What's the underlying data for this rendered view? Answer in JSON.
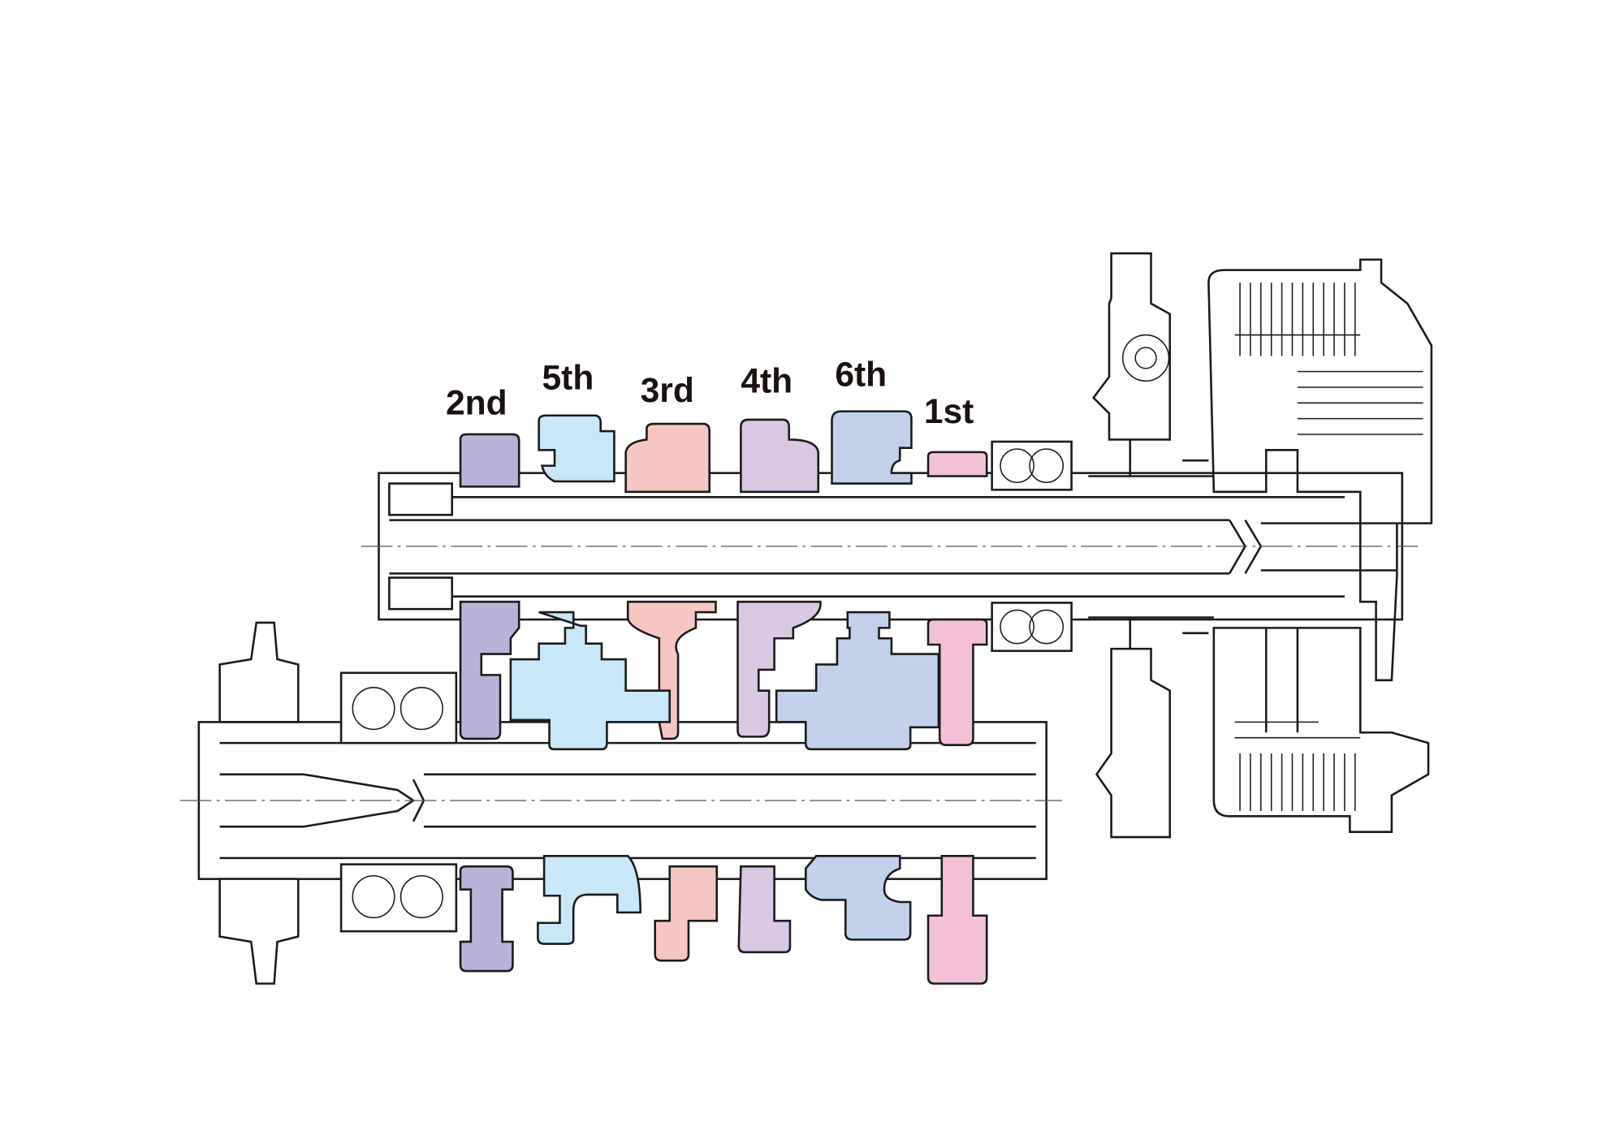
{
  "gear_labels": {
    "second": "2nd",
    "fifth": "5th",
    "third": "3rd",
    "fourth": "4th",
    "sixth": "6th",
    "first": "1st"
  },
  "colors": {
    "second": "#b9b3da",
    "fifth": "#c8e7f8",
    "third": "#f6c6c3",
    "fourth": "#d9c7e3",
    "sixth": "#c2d0ec",
    "first": "#f3c0d8"
  }
}
